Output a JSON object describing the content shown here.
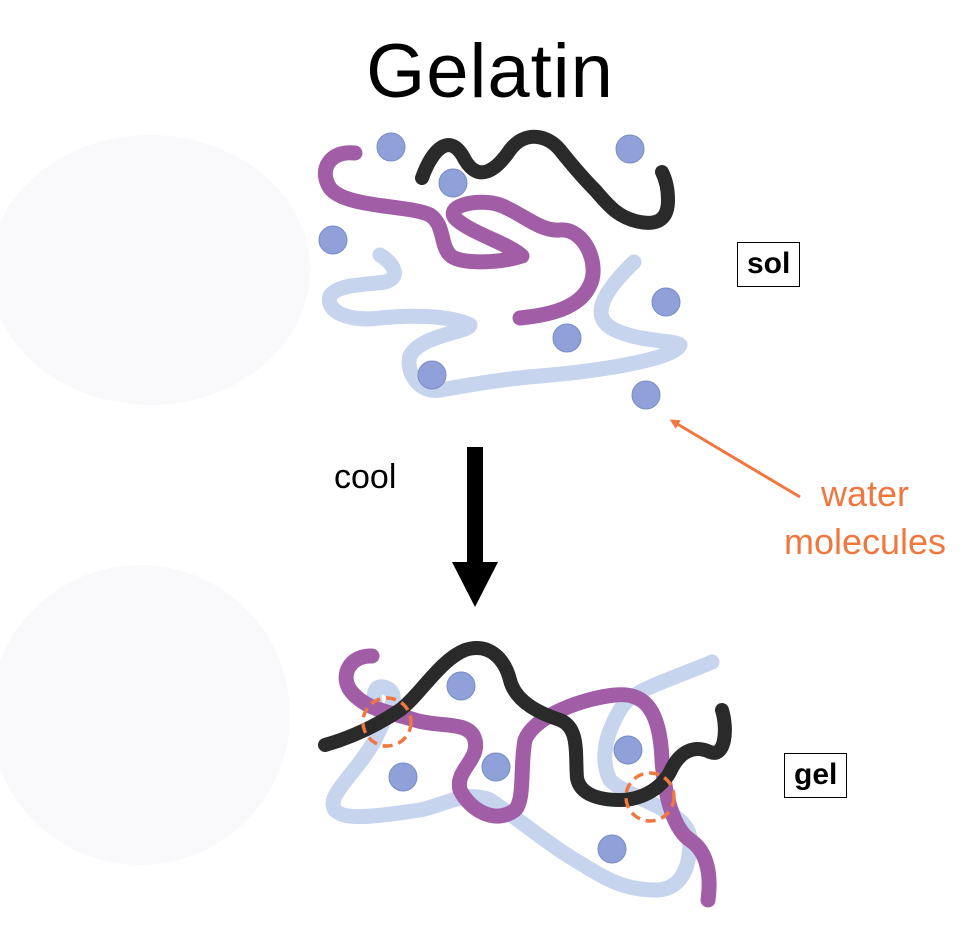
{
  "title": "Gelatin",
  "states": {
    "sol": "sol",
    "gel": "gel"
  },
  "process": {
    "cool": "cool"
  },
  "annotation": {
    "line1": "water",
    "line2": "molecules"
  },
  "colors": {
    "black_chain": "#2a2a2a",
    "purple_chain": "#a15ea6",
    "light_blue_chain": "#c6d4ee",
    "water_molecule": "#8fa1d8",
    "annotation": "#f07840",
    "junction_zone": "#f07840"
  }
}
